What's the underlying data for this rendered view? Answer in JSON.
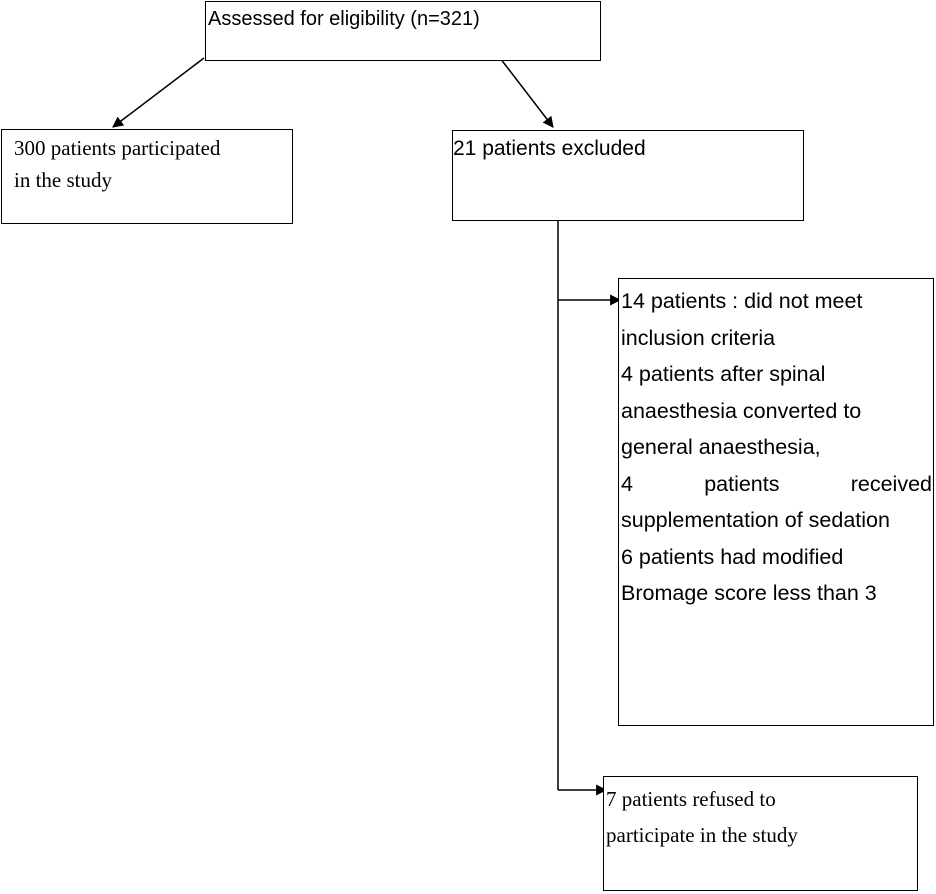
{
  "nodes": {
    "eligibility": {
      "lines": [
        "Assessed for eligibility (n=321)"
      ]
    },
    "participated": {
      "lines": [
        "300 patients participated",
        "in the study"
      ]
    },
    "excluded": {
      "lines": [
        "21 patients excluded"
      ]
    },
    "exclusion_reasons": {
      "lines": [
        "14 patients : did not meet",
        "inclusion criteria",
        "4 patients after spinal",
        "anaesthesia converted to",
        "general anaesthesia,"
      ],
      "justified_line": [
        "4",
        "patients",
        "received"
      ],
      "lines_after": [
        "supplementation of sedation",
        "6 patients had modified",
        "Bromage score less than 3"
      ]
    },
    "refused": {
      "lines": [
        "7 patients refused to",
        "participate in the study"
      ]
    }
  },
  "colors": {
    "stroke": "#000000",
    "background": "#ffffff"
  }
}
